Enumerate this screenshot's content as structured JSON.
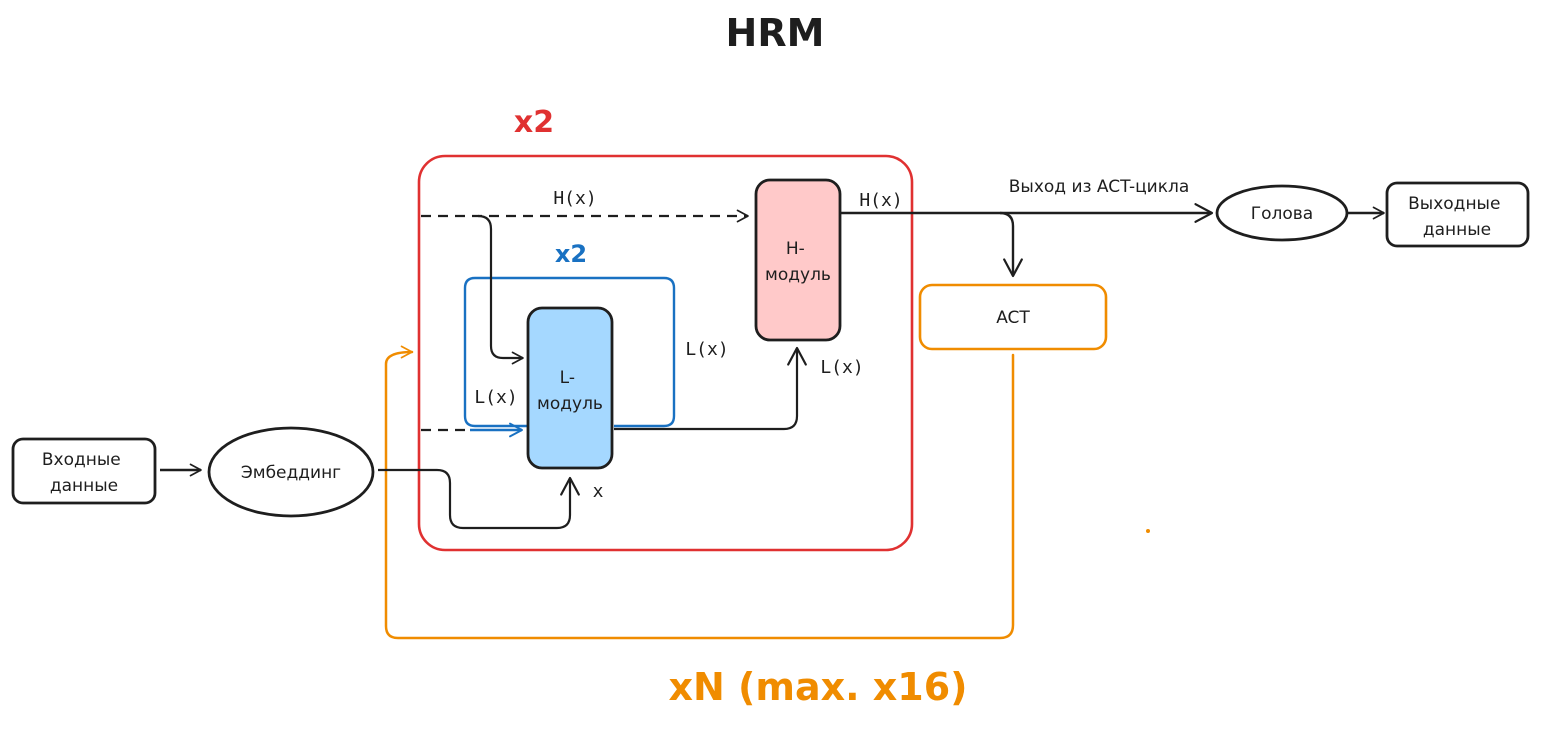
{
  "title": "HRM",
  "colors": {
    "ink": "#1e1e1e",
    "red": "#e03131",
    "blue": "#1971c2",
    "orange": "#f08c00",
    "l_module_fill": "#a5d8ff",
    "h_module_fill": "#ffc9c9"
  },
  "nodes": {
    "input": [
      "Входные",
      "данные"
    ],
    "embedding": "Эмбеддинг",
    "l_module": [
      "L-",
      "модуль"
    ],
    "h_module": [
      "H-",
      "модуль"
    ],
    "act": "ACT",
    "head": "Голова",
    "output": [
      "Выходные",
      "данные"
    ]
  },
  "labels": {
    "outer_repeat": "x2",
    "inner_repeat": "x2",
    "act_loop": "xN (max. x16)",
    "h_in": "H(x)",
    "h_out": "H(x)",
    "l_feedback": "L(x)",
    "l_in": "L(x)",
    "l_to_h": "L(x)",
    "x_in": "x",
    "exit_act": "Выход из ACT-цикла"
  }
}
